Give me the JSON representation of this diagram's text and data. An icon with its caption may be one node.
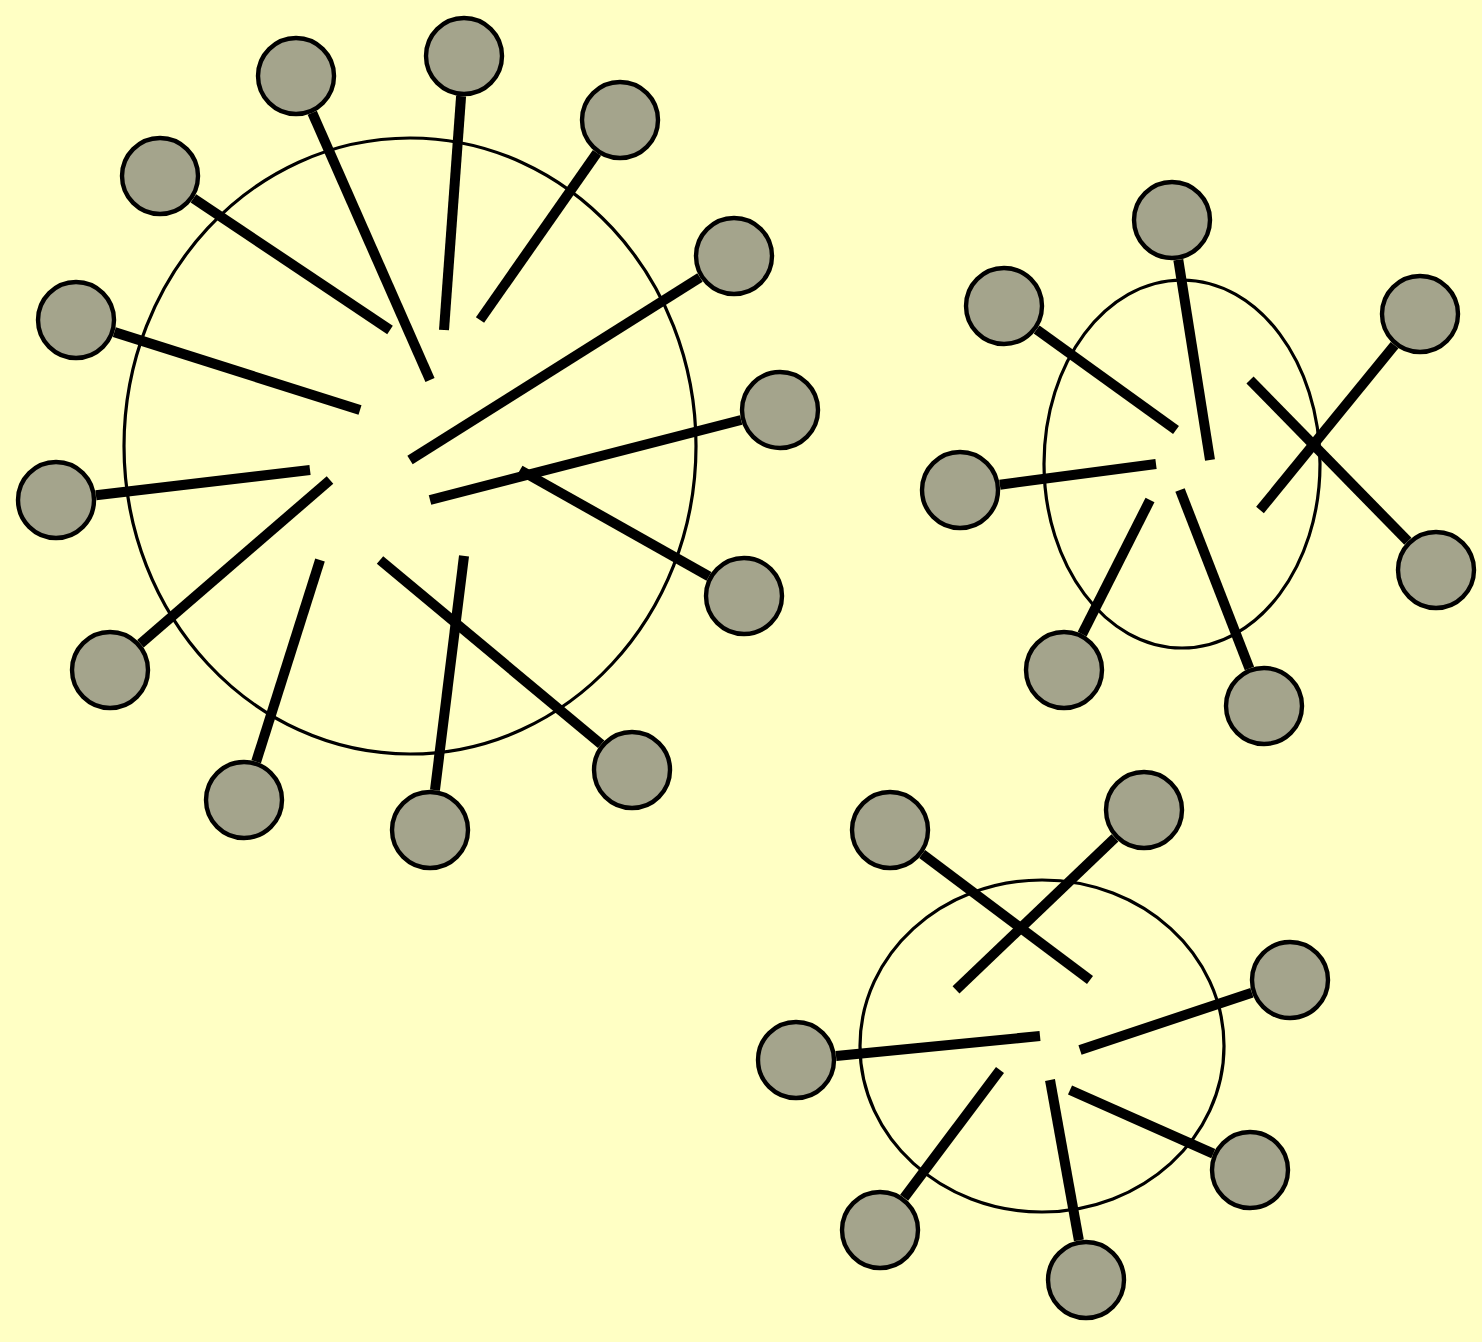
{
  "diagram": {
    "nodes": [
      {
        "text": [],
        "shape": "circle"
      },
      {
        "text": [],
        "shape": "circle"
      },
      {
        "text": [],
        "shape": "circle"
      },
      {
        "text": [],
        "shape": "circle"
      },
      {
        "text": [],
        "shape": "circle"
      },
      {
        "text": [],
        "shape": "circle"
      },
      {
        "text": [],
        "shape": "circle"
      },
      {
        "text": [],
        "shape": "circle"
      },
      {
        "text": [],
        "shape": "circle"
      },
      {
        "text": [],
        "shape": "circle"
      },
      {
        "text": [],
        "shape": "circle"
      },
      {
        "text": [],
        "shape": "circle"
      },
      {
        "text": [],
        "shape": "circle"
      },
      {
        "text": [],
        "shape": "circle"
      },
      {
        "text": [],
        "shape": "circle"
      },
      {
        "text": [],
        "shape": "circle"
      },
      {
        "text": [],
        "shape": "circle"
      },
      {
        "text": [],
        "shape": "circle"
      },
      {
        "text": [],
        "shape": "circle"
      },
      {
        "text": [],
        "shape": "circle"
      },
      {
        "text": [],
        "shape": "circle"
      },
      {
        "text": [],
        "shape": "circle"
      },
      {
        "text": [],
        "shape": "circle"
      },
      {
        "text": [],
        "shape": "circle"
      },
      {
        "text": [],
        "shape": "circle"
      },
      {
        "text": [],
        "shape": "circle"
      },
      {
        "text": [],
        "shape": "circle"
      },
      {
        "text": [],
        "shape": "circle"
      },
      {
        "text": [],
        "shape": "circle"
      },
      {
        "text": [],
        "shape": "circle"
      }
    ],
    "edges": [
      {
        "from": 3,
        "to": 0,
        "arrow": "none"
      },
      {
        "from": 4,
        "to": 0,
        "arrow": "none"
      },
      {
        "from": 5,
        "to": 0,
        "arrow": "none"
      },
      {
        "from": 6,
        "to": 0,
        "arrow": "none"
      },
      {
        "from": 7,
        "to": 0,
        "arrow": "none"
      },
      {
        "from": 8,
        "to": 0,
        "arrow": "none"
      },
      {
        "from": 9,
        "to": 0,
        "arrow": "none"
      },
      {
        "from": 10,
        "to": 0,
        "arrow": "none"
      },
      {
        "from": 11,
        "to": 0,
        "arrow": "none"
      },
      {
        "from": 12,
        "to": 0,
        "arrow": "none"
      },
      {
        "from": 13,
        "to": 0,
        "arrow": "none"
      },
      {
        "from": 14,
        "to": 0,
        "arrow": "none"
      },
      {
        "from": 15,
        "to": 0,
        "arrow": "none"
      },
      {
        "from": 16,
        "to": 1,
        "arrow": "none"
      },
      {
        "from": 17,
        "to": 1,
        "arrow": "none"
      },
      {
        "from": 18,
        "to": 1,
        "arrow": "none"
      },
      {
        "from": 19,
        "to": 1,
        "arrow": "none"
      },
      {
        "from": 20,
        "to": 1,
        "arrow": "none"
      },
      {
        "from": 21,
        "to": 1,
        "arrow": "none"
      },
      {
        "from": 22,
        "to": 1,
        "arrow": "none"
      },
      {
        "from": 23,
        "to": 2,
        "arrow": "none"
      },
      {
        "from": 24,
        "to": 2,
        "arrow": "none"
      },
      {
        "from": 25,
        "to": 2,
        "arrow": "none"
      },
      {
        "from": 26,
        "to": 2,
        "arrow": "none"
      },
      {
        "from": 27,
        "to": 2,
        "arrow": "none"
      },
      {
        "from": 28,
        "to": 2,
        "arrow": "none"
      },
      {
        "from": 29,
        "to": 2,
        "arrow": "none"
      }
    ]
  }
}
